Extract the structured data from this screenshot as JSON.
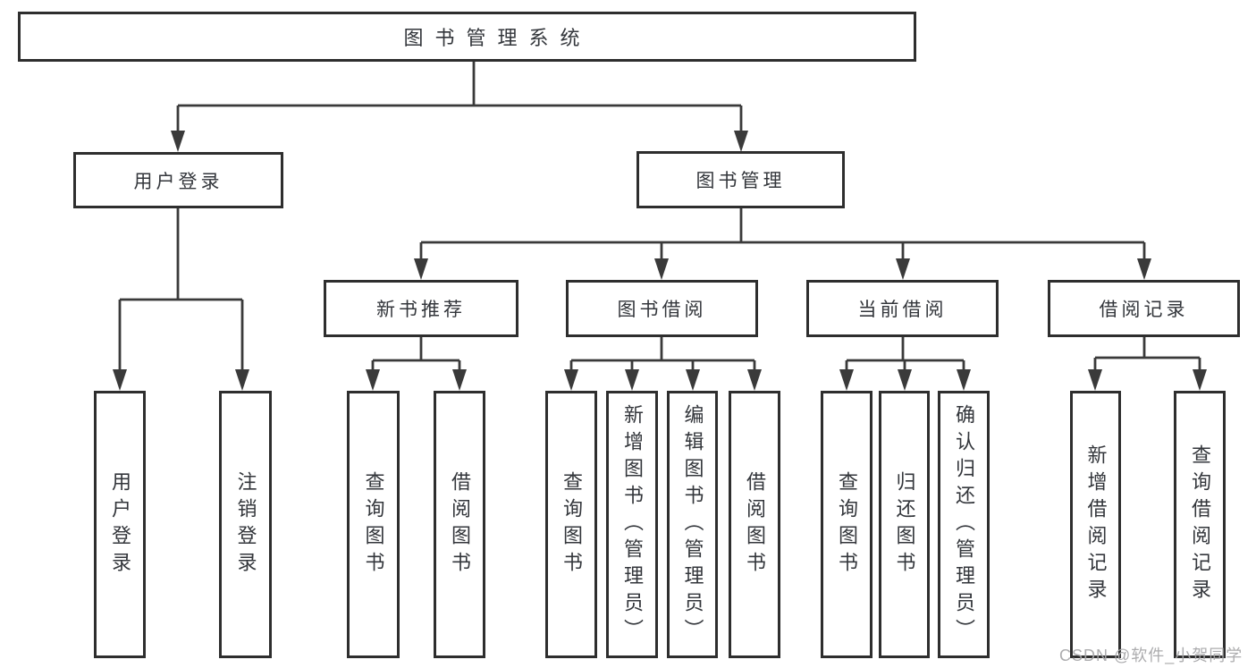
{
  "diagram": {
    "type": "tree",
    "root": {
      "label": "图书管理系统"
    },
    "branches": [
      {
        "label": "用户登录",
        "children": [
          {
            "label": "用户登录"
          },
          {
            "label": "注销登录"
          }
        ]
      },
      {
        "label": "图书管理",
        "children": [
          {
            "label": "新书推荐",
            "children": [
              {
                "label": "查询图书"
              },
              {
                "label": "借阅图书"
              }
            ]
          },
          {
            "label": "图书借阅",
            "children": [
              {
                "label": "查询图书"
              },
              {
                "label": "新增图书（管理员）"
              },
              {
                "label": "编辑图书（管理员）"
              },
              {
                "label": "借阅图书"
              }
            ]
          },
          {
            "label": "当前借阅",
            "children": [
              {
                "label": "查询图书"
              },
              {
                "label": "归还图书"
              },
              {
                "label": "确认归还（管理员）"
              }
            ]
          },
          {
            "label": "借阅记录",
            "children": [
              {
                "label": "新增借阅记录"
              },
              {
                "label": "查询借阅记录"
              }
            ]
          }
        ]
      }
    ],
    "watermark": "CSDN @软件_小贺同学",
    "colors": {
      "line": "#3a3a3a",
      "border": "#2e2e2e",
      "text": "#33363b",
      "watermark": "#a8a8aa",
      "background": "#ffffff"
    }
  }
}
